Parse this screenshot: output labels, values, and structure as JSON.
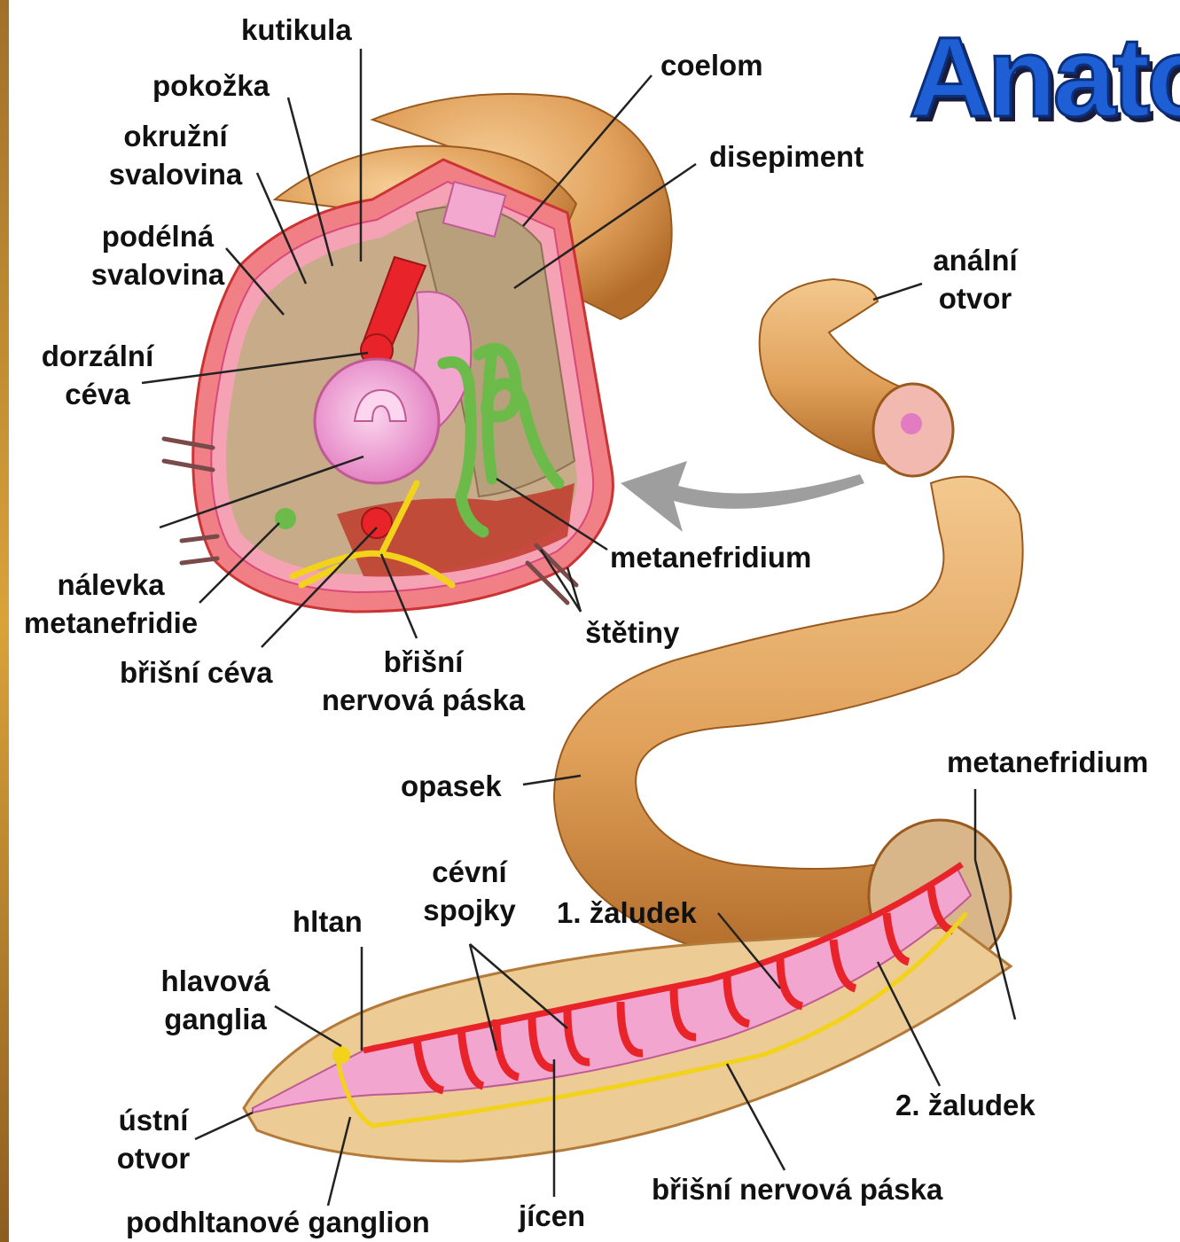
{
  "title": "Anato",
  "labels": {
    "kutikula": "kutikula",
    "pokozka": "pokožka",
    "okruzni": [
      "okružní",
      "svalovina"
    ],
    "podelna": [
      "podélná",
      "svalovina"
    ],
    "dorzalni": [
      "dorzální",
      "céva"
    ],
    "nalevka": [
      "nálevka",
      "metanefridie"
    ],
    "brisni_ceva": "břišní céva",
    "brisni_paska_top": [
      "břišní",
      "nervová páska"
    ],
    "coelom": "coelom",
    "disepiment": "disepiment",
    "analni": [
      "anální",
      "otvor"
    ],
    "metanefridium_top": "metanefridium",
    "stetiny": "štětiny",
    "opasek": "opasek",
    "metanefridium_right": "metanefridium",
    "cevni": [
      "cévní",
      "spojky"
    ],
    "hltan": "hltan",
    "zaludek1": "1. žaludek",
    "hlavova": [
      "hlavová",
      "ganglia"
    ],
    "ustni": [
      "ústní",
      "otvor"
    ],
    "zaludek2": "2. žaludek",
    "brisni_paska_bottom": "břišní nervová páska",
    "podhltanove": "podhltanové ganglion",
    "jicen": "jícen"
  },
  "colors": {
    "body": "#e3a865",
    "body_dark": "#b87430",
    "coelom": "#c9b08e",
    "vessel": "#e8242a",
    "gut": "#f2a6cf",
    "nephridium": "#6cbb4a",
    "nerve": "#f2d21a",
    "title": "#1f5fd6"
  }
}
